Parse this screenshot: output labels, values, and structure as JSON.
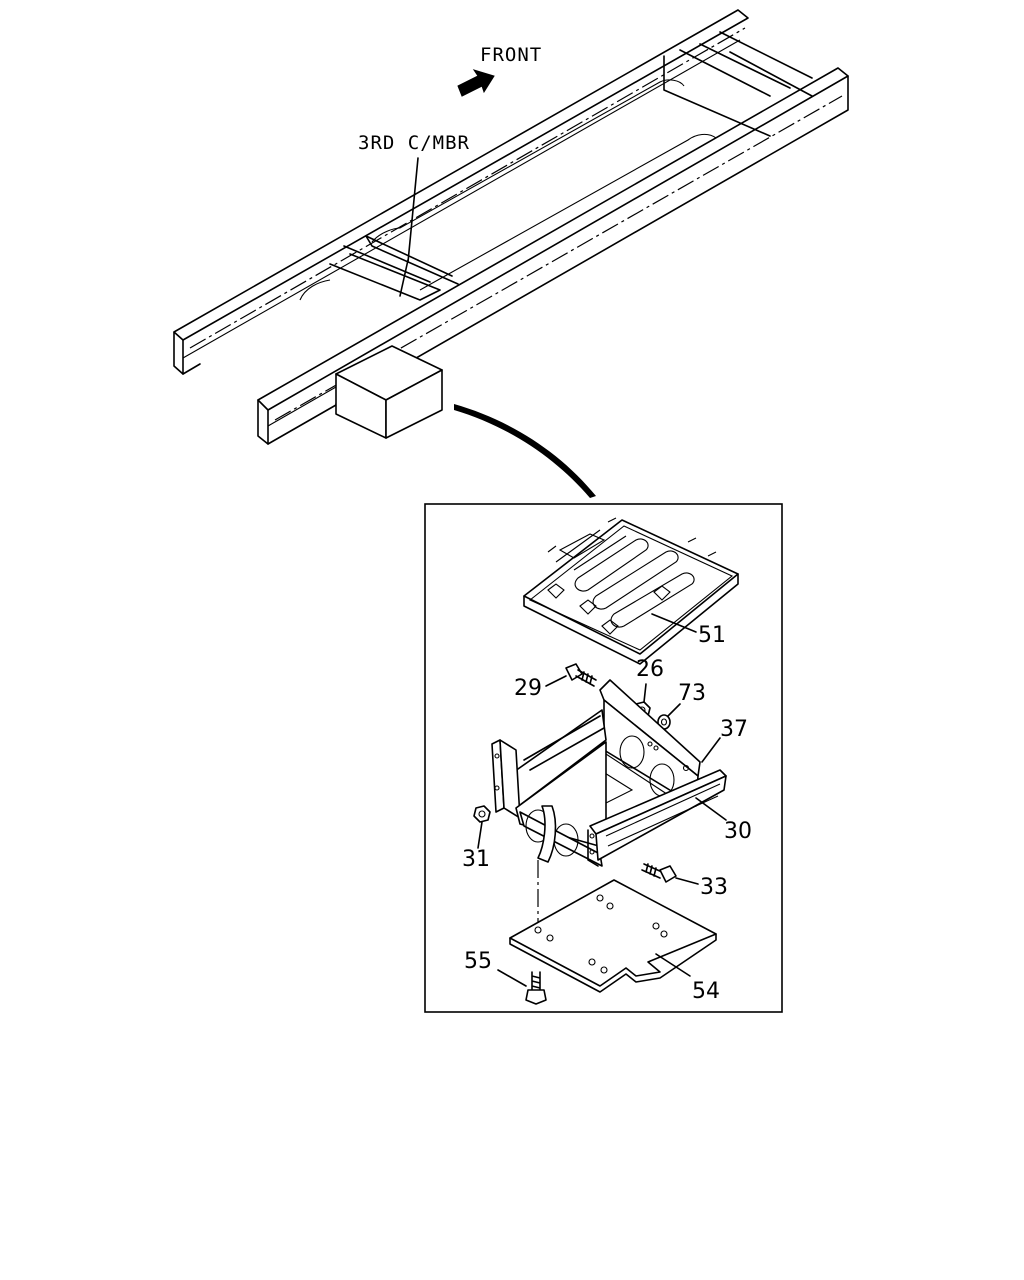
{
  "header": {
    "front_label": "FRONT",
    "crossmember_label": "3RD C/MBR"
  },
  "callouts": {
    "c51": "51",
    "c29": "29",
    "c26": "26",
    "c73": "73",
    "c37": "37",
    "c30": "30",
    "c31": "31",
    "c33": "33",
    "c55": "55",
    "c54": "54"
  }
}
